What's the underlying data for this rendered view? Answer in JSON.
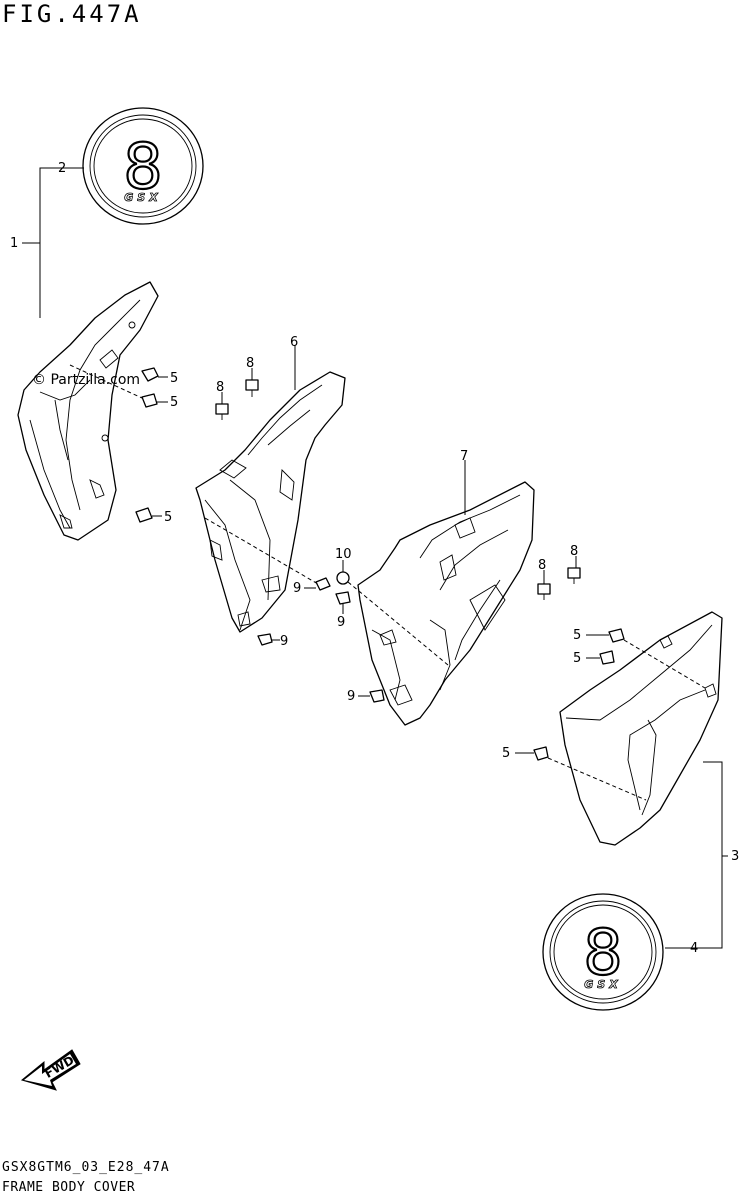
{
  "header": {
    "figure": "FIG.447A"
  },
  "footer": {
    "code": "GSX8GTM6_03_E28_47A",
    "caption": "FRAME BODY COVER"
  },
  "watermark": "© Partzilla.com",
  "fwd_label": "FWD",
  "emblem_text": {
    "digit": "8",
    "mark": "GSX"
  },
  "callouts": [
    {
      "id": "c1",
      "text": "1"
    },
    {
      "id": "c2",
      "text": "2"
    },
    {
      "id": "c3",
      "text": "3"
    },
    {
      "id": "c4",
      "text": "4"
    },
    {
      "id": "c5a",
      "text": "5"
    },
    {
      "id": "c5b",
      "text": "5"
    },
    {
      "id": "c5c",
      "text": "5"
    },
    {
      "id": "c5d",
      "text": "5"
    },
    {
      "id": "c5e",
      "text": "5"
    },
    {
      "id": "c5f",
      "text": "5"
    },
    {
      "id": "c6",
      "text": "6"
    },
    {
      "id": "c7",
      "text": "7"
    },
    {
      "id": "c8a",
      "text": "8"
    },
    {
      "id": "c8b",
      "text": "8"
    },
    {
      "id": "c8c",
      "text": "8"
    },
    {
      "id": "c8d",
      "text": "8"
    },
    {
      "id": "c9a",
      "text": "9"
    },
    {
      "id": "c9b",
      "text": "9"
    },
    {
      "id": "c9c",
      "text": "9"
    },
    {
      "id": "c9d",
      "text": "9"
    },
    {
      "id": "c10",
      "text": "10"
    }
  ]
}
